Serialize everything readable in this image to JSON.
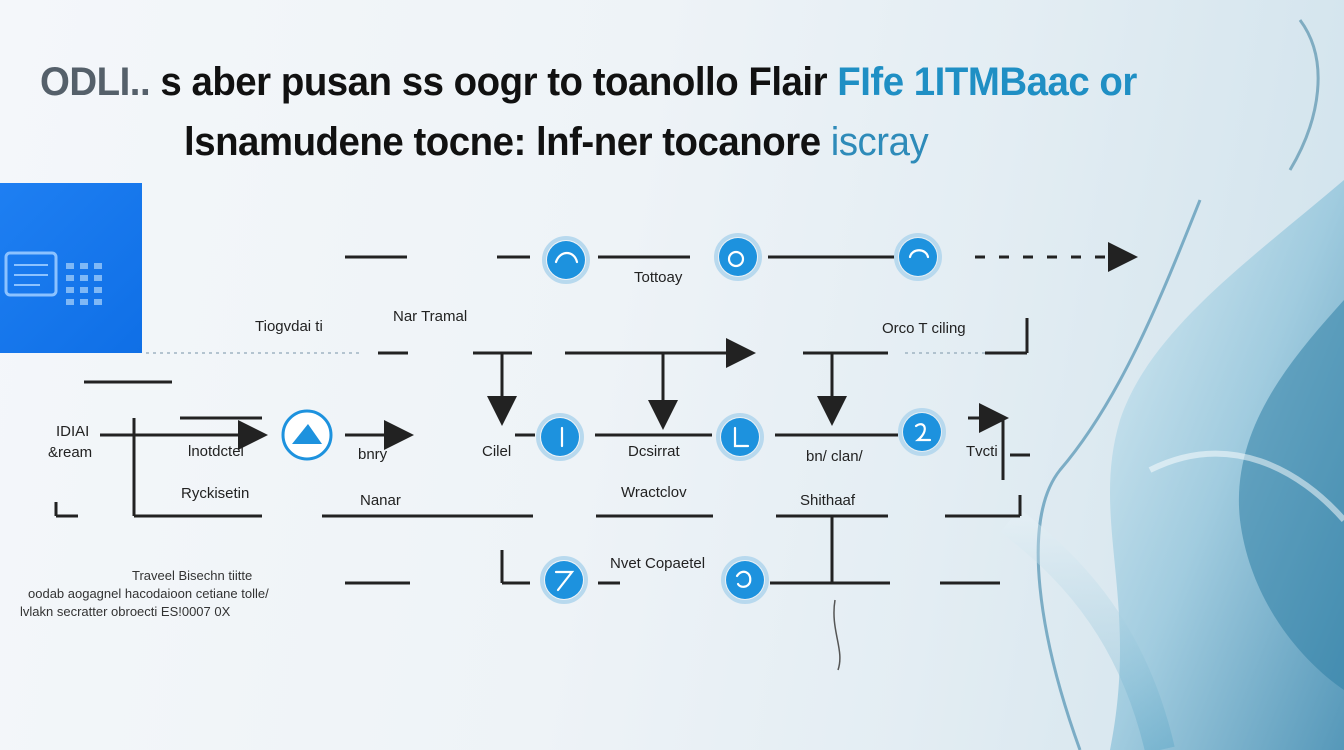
{
  "title": {
    "lead": "ODLI..",
    "line1": "s aber pusan ss oogr to toanollo Flair",
    "line1_accent": "FIfe 1ITMBaac or",
    "line2": "lsnamudene tocne: lnf-ner tocanore",
    "line2_accent": "iscray"
  },
  "labels": {
    "tottoay": "Tottoay",
    "tiogvdali": "Tiogvdai ti",
    "nar_tramal": "Nar Tramal",
    "orco_tciling": "Orco T ciling",
    "idiai": "IDIAI",
    "sream": "&ream",
    "lnotdctel": "lnotdctel",
    "bnry": "bnry",
    "cilel": "Cilel",
    "dcsirrat": "Dcsirrat",
    "bntcan": "bn/ clan/",
    "tvcti": "Tvcti",
    "ryckisetin": "Ryckisetin",
    "nanar": "Nanar",
    "wractclov": "Wractclov",
    "shithaaf": "Shithaaf",
    "nvet_copaetel": "Nvet Copaetel"
  },
  "footnote": {
    "line1": "Traveel Bisechn tiitte",
    "line2": "oodab aogagnel hacodaioon cetiane tolle/",
    "line3": "lvlakn secratter obroecti ES!0007 0X"
  },
  "colors": {
    "accent": "#1d92de",
    "block": "#1677f0",
    "line": "#222222"
  },
  "icons": [
    "chip-icon",
    "node-icon"
  ]
}
